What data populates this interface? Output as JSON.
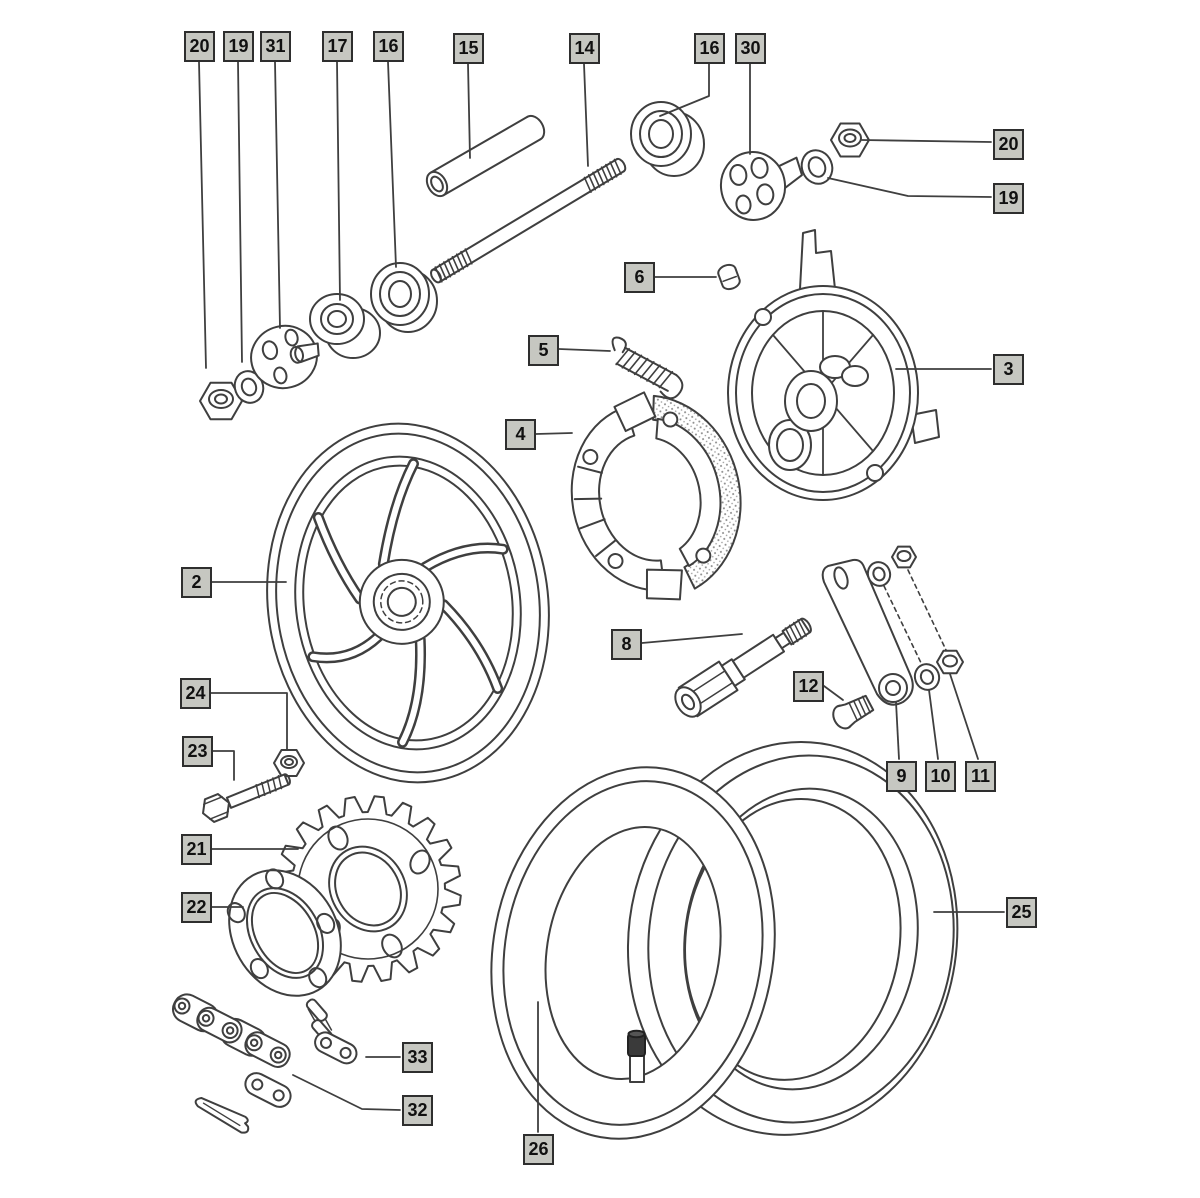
{
  "figure": {
    "colors": {
      "line": "#3f3f3f",
      "label_box_fill": "#c6c7c1",
      "label_box_border": "#2e2e2e",
      "label_text": "#111111",
      "background": "#ffffff",
      "valve_cap": "#3a3a3a"
    }
  },
  "labels": [
    {
      "text": "20"
    },
    {
      "text": "19"
    },
    {
      "text": "31"
    },
    {
      "text": "17"
    },
    {
      "text": "16"
    },
    {
      "text": "15"
    },
    {
      "text": "14"
    },
    {
      "text": "16"
    },
    {
      "text": "30"
    },
    {
      "text": "20"
    },
    {
      "text": "19"
    },
    {
      "text": "6"
    },
    {
      "text": "5"
    },
    {
      "text": "4"
    },
    {
      "text": "3"
    },
    {
      "text": "2"
    },
    {
      "text": "8"
    },
    {
      "text": "12"
    },
    {
      "text": "24"
    },
    {
      "text": "23"
    },
    {
      "text": "21"
    },
    {
      "text": "22"
    },
    {
      "text": "9"
    },
    {
      "text": "10"
    },
    {
      "text": "11"
    },
    {
      "text": "25"
    },
    {
      "text": "33"
    },
    {
      "text": "32"
    },
    {
      "text": "26"
    }
  ]
}
